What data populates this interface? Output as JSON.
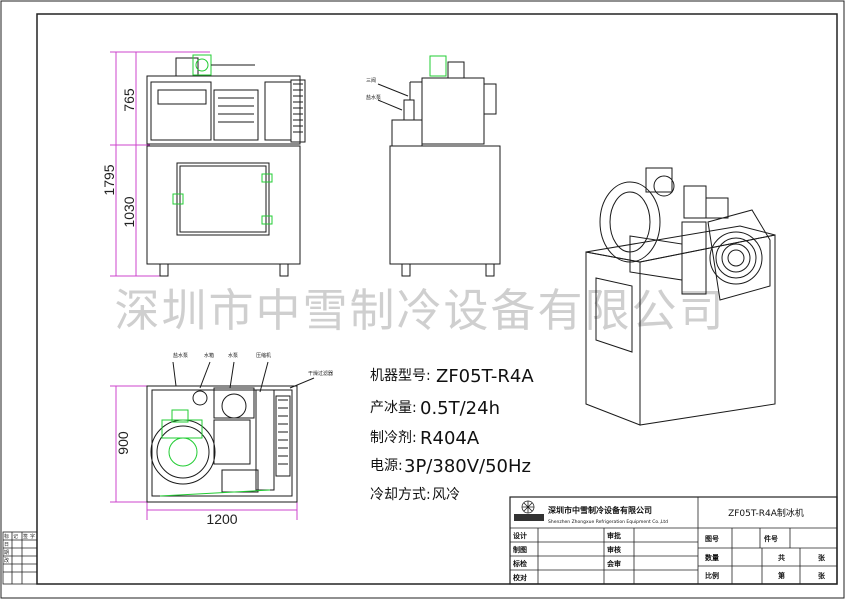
{
  "watermark": "深圳市中雪制冷设备有限公司",
  "dimensions": {
    "front_upper_height": "765",
    "front_total_height": "1795",
    "front_lower_height": "1030",
    "plan_depth": "900",
    "plan_width": "1200"
  },
  "side_view_labels": {
    "valve": "三阀",
    "salt_pump": "盐水泵"
  },
  "plan_view_labels": {
    "salt_pump": "盐水泵",
    "water_tank": "水箱",
    "water_pump": "水泵",
    "compressor": "压缩机",
    "dry_filter": "干燥过滤器"
  },
  "specs": [
    {
      "label": "机器型号:",
      "value": "ZF05T-R4A"
    },
    {
      "label": "产冰量:",
      "value": "0.5T/24h"
    },
    {
      "label": "制冷剂:",
      "value": "R404A"
    },
    {
      "label": "电源:",
      "value": "3P/380V/50Hz"
    },
    {
      "label": "冷却方式:",
      "value": "风冷"
    }
  ],
  "title_block": {
    "company_cn": "深圳市中雪制冷设备有限公司",
    "company_en": "Shenzhen Zhongxue Refrigeration Equipment Co.,Ltd",
    "drawing_title": "ZF05T-R4A制冰机",
    "rows_left": [
      "设计",
      "制图",
      "标检",
      "校对"
    ],
    "rows_mid": [
      "审批",
      "审核",
      "会审"
    ],
    "drawing_no": "图号",
    "part_no": "件号",
    "quantity": "数量",
    "scale": "比例",
    "total": "共",
    "sheet": "第",
    "sheets_unit": "张",
    "sheets_unit_2": "张"
  },
  "revision_block": {
    "header": [
      "标",
      "记",
      "签",
      "字"
    ],
    "rows": [
      "日",
      "期",
      "改"
    ]
  },
  "colors": {
    "line": "#1a1a1a",
    "green": "#22cc33",
    "dim": "#cc44cc",
    "watermark": "#cfcfcf"
  }
}
